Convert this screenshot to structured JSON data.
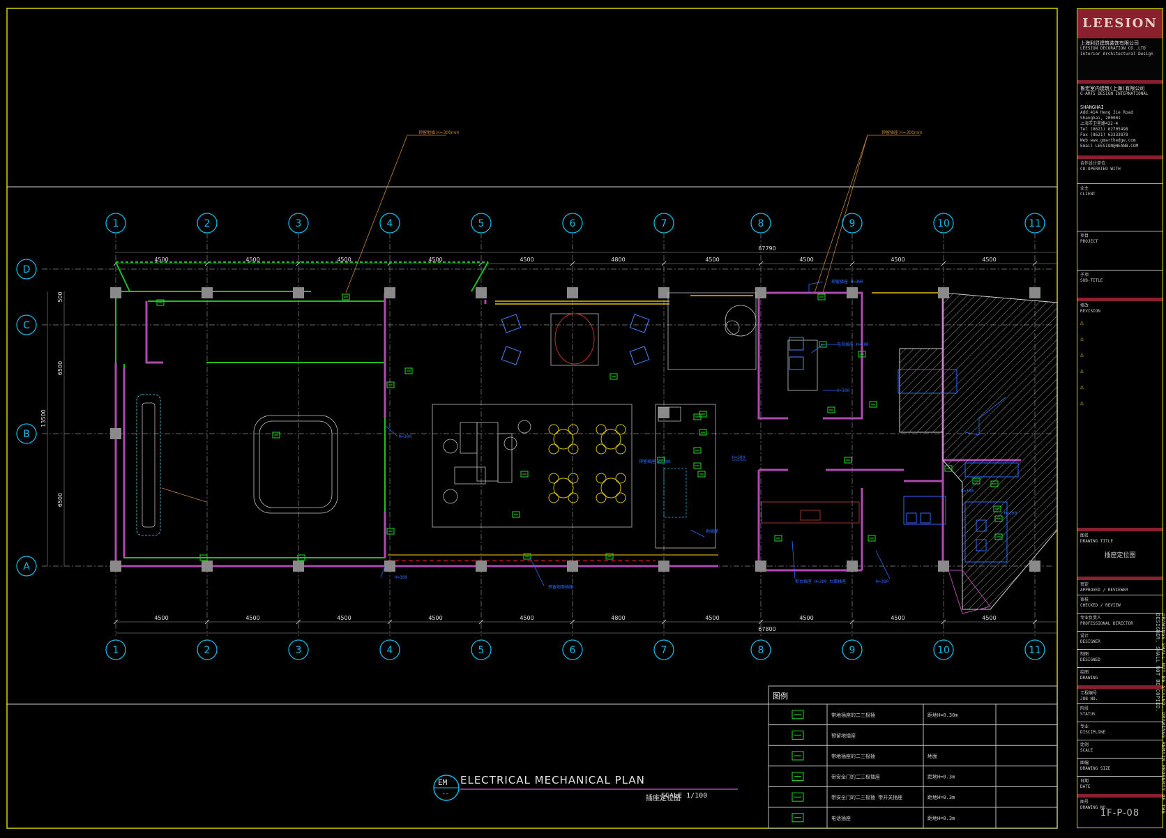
{
  "company": {
    "logo": "LEESION",
    "name_cn": "上海利显建筑装饰有限公司",
    "name_en": "LEESION DECORATION CO.,LTD",
    "sub": "Interior Architectural Design",
    "partner_cn": "鲁宏室内建筑(上海)有限公司",
    "partner_en": "G-ARTS DESIGN INTERNATIONAL",
    "city": "SHANGHAI",
    "addr1": "Add:414 Heng Jie Road",
    "addr2": "Shanghai, 200001",
    "addr3": "上海市卫星路432-4",
    "tel": "Tel   (8621) 62705498",
    "fax": "Fax   (8621) 63333878",
    "web": "Web   www.gmarthedge.com",
    "email": "Email  LEESION@HEANB.COM"
  },
  "titleblock": {
    "co_operate": "合作设计单位\nCO-OPERATED WITH",
    "client": "业主\nCLIENT",
    "project": "项目\nPROJECT",
    "subtitle": "子项\nSUB-TITLE",
    "revision": "修改\nREVISION",
    "drawing_title_label": "图名\nDRAWING TITLE",
    "drawing_title": "插座定位图",
    "approved": "审定\nAPPROVED / REVIEWER",
    "checked": "审核\nCHECKED / REVIEW",
    "designer_lead": "专业负责人\nPROFESSIONAL DIRECTOR",
    "designer": "设计\nDESIGNER",
    "drawn": "制图\nDESIGNED",
    "drawing": "绘图\nDRAWING",
    "job_no": "工程编号\nJOB NO.",
    "status": "阶段\nSTATUS",
    "discipline": "专业\nDISCIPLINE",
    "scale": "比例\nSCALE",
    "size": "图幅\nDRAWING SIZE",
    "date": "日期\nDATE",
    "drawing_no_label": "图号\nDRAWING NO.",
    "sheet": "1F-P-08",
    "side_note": "NOTE: ALL DIMENSIONS & DRAWINGS ARE TO BE CHECKED ON SITE, DRAWINGS SHALL NOT BE SCALED. DRAWINGS REMAIN PROPERTY OF THE DESIGNER, SHALL NOT BE COPIED."
  },
  "plan": {
    "title": "ELECTRICAL MECHANICAL PLAN",
    "subtitle": "插座定位图",
    "scale": "SCALE 1/100",
    "tag_top": "EM",
    "tag_bottom": "--",
    "grid_numbers": [
      "1",
      "2",
      "3",
      "4",
      "5",
      "6",
      "7",
      "8",
      "9",
      "10",
      "11"
    ],
    "grid_letters": [
      "D",
      "C",
      "B",
      "A"
    ],
    "top_dims": [
      "4500",
      "4500",
      "4500",
      "4500",
      "4500",
      "4800",
      "4500",
      "4500",
      "4500"
    ],
    "bottom_dims": [
      "4500",
      "4500",
      "4500",
      "4500",
      "4500",
      "4800",
      "4500",
      "4500",
      "4500"
    ],
    "total_top": "67790",
    "total_bottom": "67800",
    "left_dims": [
      "500",
      "6500",
      "6500"
    ],
    "left_total": "13500",
    "callout_left": "预留地插 H=300mm",
    "callout_right": "预留插座 H=300mm"
  },
  "legend": {
    "title": "图例",
    "rows": [
      {
        "desc": "带地插座的二三极插",
        "note": "距地H=0.30m"
      },
      {
        "desc": "预留地插座",
        "note": ""
      },
      {
        "desc": "带地插座的二三极插",
        "note": "地面"
      },
      {
        "desc": "带安全门的二三极插座",
        "note": "距地H=0.3m"
      },
      {
        "desc": "带安全门的二三极插 带开关插座",
        "note": "距地H=0.3m"
      },
      {
        "desc": "电话插座",
        "note": "距地H=0.3m"
      }
    ]
  },
  "colors": {
    "wall_green": "#1fbf1f",
    "wall_magenta": "#b04ab0",
    "grid_cyan": "#17b8e6",
    "frame_yellow": "#d6d600",
    "accent_red": "#8a1f2e"
  }
}
